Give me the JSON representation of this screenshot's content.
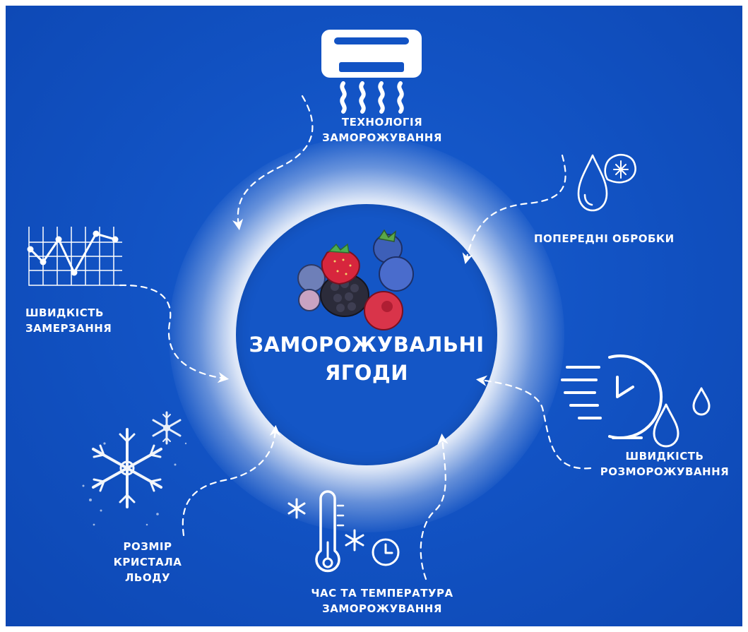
{
  "center": {
    "title_line1": "ЗАМОРОЖУВАЛЬНІ",
    "title_line2": "ЯГОДИ"
  },
  "factors": {
    "technology": {
      "line1": "ТЕХНОЛОГІЯ",
      "line2": "ЗАМОРОЖУВАННЯ",
      "icon": "air-conditioner-icon"
    },
    "pretreatment": {
      "line1": "ПОПЕРЕДНІ ОБРОБКИ",
      "icon": "water-drop-snowflake-icon"
    },
    "freezing_speed": {
      "line1": "ШВИДКІСТЬ",
      "line2": "ЗАМЕРЗАННЯ",
      "icon": "line-chart-icon"
    },
    "thawing_speed": {
      "line1": "ШВИДКІСТЬ",
      "line2": "РОЗМОРОЖУВАННЯ",
      "icon": "fast-clock-drops-icon"
    },
    "ice_crystal_size": {
      "line1": "РОЗМІР",
      "line2": "КРИСТАЛА",
      "line3": "ЛЬОДУ",
      "icon": "snowflake-crystal-icon"
    },
    "time_temperature": {
      "line1": "ЧАС ТА ТЕМПЕРАТУРА",
      "line2": "ЗАМОРОЖУВАННЯ",
      "icon": "thermometer-clock-icon"
    }
  },
  "colors": {
    "background": "#1253c4",
    "hub": "#1456c6",
    "text": "#ffffff",
    "berry_red": "#d7263d",
    "berry_blue": "#3d5fb8",
    "berry_black": "#2b2b3a"
  }
}
